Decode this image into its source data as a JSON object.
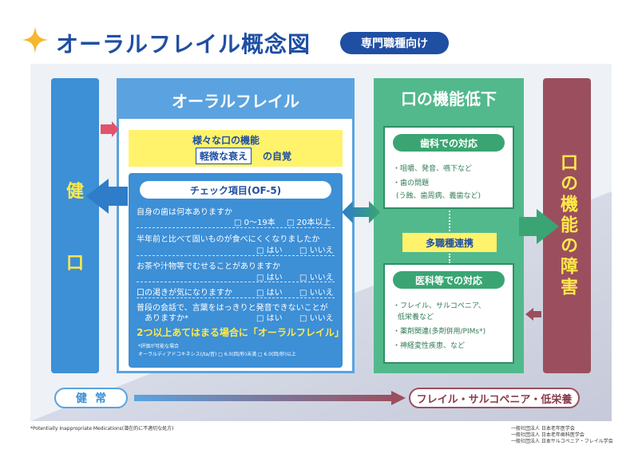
{
  "header": {
    "title": "オーラルフレイル概念図",
    "badge": "専門職種向け"
  },
  "columns": {
    "healthy": {
      "char1": "健",
      "char2": "口"
    },
    "disability": {
      "label": "口の機能の障害"
    }
  },
  "frailty": {
    "header": "オーラルフレイル",
    "awareness": {
      "line1": "様々な口の機能",
      "tag": "軽微な衰え",
      "line2": "の自覚"
    },
    "checklist": {
      "title": "チェック項目(OF-5)",
      "items": [
        {
          "text": "自身の歯は何本ありますか",
          "options": [
            "□ 0〜19本",
            "□ 20本以上"
          ]
        },
        {
          "text": "半年前と比べて固いものが食べにくくなりましたか",
          "options": [
            "□ はい",
            "□ いいえ"
          ]
        },
        {
          "text": "お茶や汁物等でむせることがありますか",
          "options": [
            "□ はい",
            "□ いいえ"
          ]
        },
        {
          "text": "口の渇きが気になりますか",
          "options": [
            "□ はい",
            "□ いいえ"
          ]
        },
        {
          "text": "普段の会話で、言葉をはっきりと発音できないことが",
          "text2": "ありますか*",
          "options": [
            "□ はい",
            "□ いいえ"
          ]
        }
      ],
      "conclusion": "2つ以上あてはまる場合に「オーラルフレイル」",
      "note_line1": "*評価が可能な場合",
      "note_line2": "オーラルディアドコキネシス(/ta/音) □ 6.0(回/秒)未満 □ 6.0(回/秒)以上"
    }
  },
  "decline": {
    "header": "口の機能低下",
    "dental": {
      "title": "歯科での対応",
      "items": [
        "・咀嚼、発音、嚥下など",
        "・歯の問題",
        "(う蝕、歯周病、義歯など)"
      ]
    },
    "multi": "多職種連携",
    "medical": {
      "title": "医科等での対応",
      "items": [
        "・フレイル、サルコペニア、",
        "低栄養など",
        "・薬剤関連(多剤併用/PIMs*)",
        "・神経変性疾患、など"
      ]
    }
  },
  "bottom": {
    "health": "健常",
    "frail": "フレイル・サルコペニア・低栄養"
  },
  "footer": {
    "footnote": "*Potentially Inappropriate Medications(潜在的に不適切な処方)",
    "orgs": [
      "一般社団法人 日本老年医学会",
      "一般社団法人 日本老年歯科医学会",
      "一般社団法人 日本サルコペニア・フレイル学会"
    ]
  },
  "colors": {
    "title_blue": "#1f4fa3",
    "frailty_blue": "#5aa3e0",
    "decline_green": "#52b98c",
    "disability_maroon": "#9b4f5e",
    "highlight_yellow": "#fff36b",
    "star_gold": "#f5b82e"
  },
  "icons": [
    "star-icon",
    "arrow-right-icon",
    "arrow-left-icon",
    "double-arrow-icon"
  ]
}
